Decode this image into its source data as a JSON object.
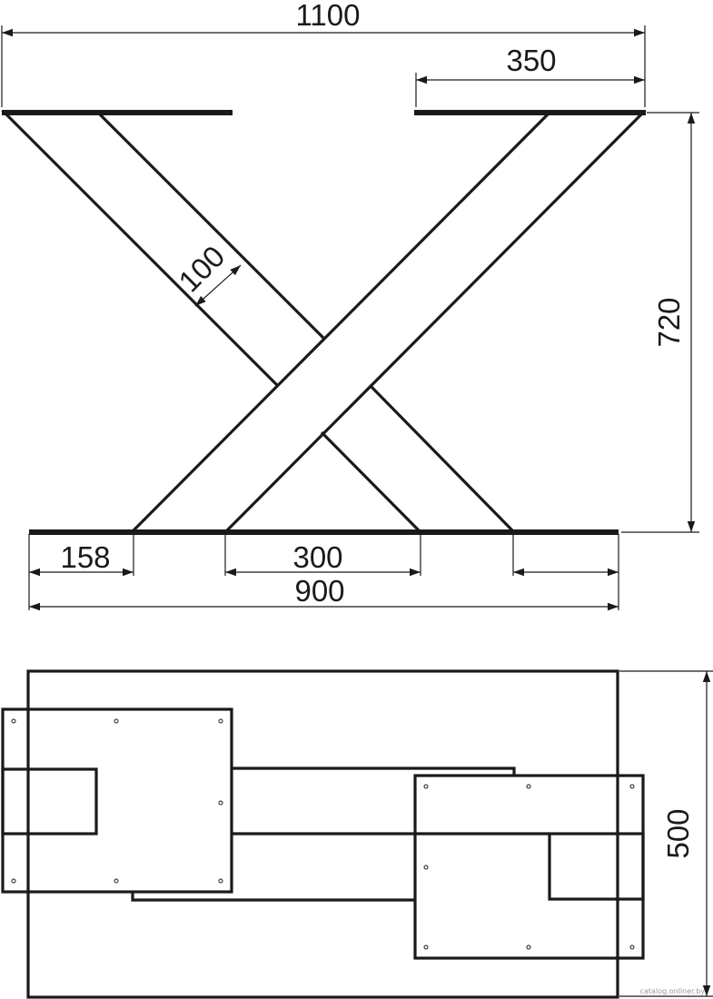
{
  "front_view": {
    "overall_width": "1100",
    "top_plate_width": "350",
    "height": "720",
    "leg_width": "100",
    "bottom_offset": "158",
    "bottom_gap": "300",
    "bottom_width": "900"
  },
  "top_view": {
    "depth": "500"
  },
  "watermark": "catalog.onliner.by"
}
